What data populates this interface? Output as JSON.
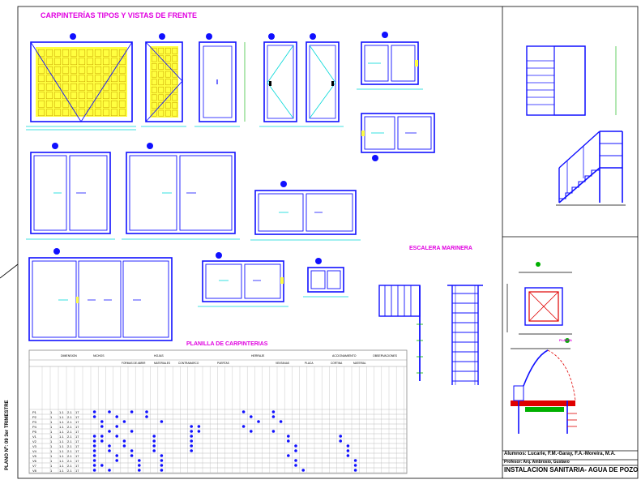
{
  "sheet": {
    "title_main": "CARPINTERÍAS TIPOS Y VISTAS DE FRENTE",
    "title_stair": "ESCALERA MARINERA",
    "title_schedule": "PLANILLA DE CARPINTERIAS",
    "plan_label": "PLANTA",
    "side_label": "PLANO Nº: 09    3er TRIMESTRE"
  },
  "schedule": {
    "group_headers": [
      "DIMENSION",
      "NICHOS",
      "HOJAS",
      "HERRAJE",
      "ACCIONAMIENTO",
      "OBSERVACIONES"
    ],
    "sub_headers": [
      "FORMAS DE ABRIR",
      "MATERIALES",
      "CONTRAMARCO",
      "PUERTAS",
      "VENTANAS",
      "PLACA",
      "CORTINA",
      "MATERIAL"
    ],
    "rows": [
      {
        "code": "P1",
        "qty": "1",
        "w": "1.1",
        "h": "2.1",
        "d": "17"
      },
      {
        "code": "P2",
        "qty": "1",
        "w": "1.1",
        "h": "2.1",
        "d": "17"
      },
      {
        "code": "P3",
        "qty": "1",
        "w": "1.1",
        "h": "2.1",
        "d": "17"
      },
      {
        "code": "P4",
        "qty": "1",
        "w": "1.1",
        "h": "2.1",
        "d": "17"
      },
      {
        "code": "P5",
        "qty": "1",
        "w": "1.1",
        "h": "2.1",
        "d": "17"
      },
      {
        "code": "V1",
        "qty": "1",
        "w": "1.1",
        "h": "2.1",
        "d": "17"
      },
      {
        "code": "V2",
        "qty": "1",
        "w": "1.1",
        "h": "2.1",
        "d": "17"
      },
      {
        "code": "V3",
        "qty": "1",
        "w": "1.1",
        "h": "2.1",
        "d": "17"
      },
      {
        "code": "V4",
        "qty": "1",
        "w": "1.1",
        "h": "2.1",
        "d": "17"
      },
      {
        "code": "V5",
        "qty": "1",
        "w": "1.1",
        "h": "2.1",
        "d": "17"
      },
      {
        "code": "V6",
        "qty": "1",
        "w": "1.1",
        "h": "2.1",
        "d": "17"
      },
      {
        "code": "V7",
        "qty": "1",
        "w": "1.1",
        "h": "2.1",
        "d": "17"
      },
      {
        "code": "V8",
        "qty": "1",
        "w": "1.1",
        "h": "2.1",
        "d": "17"
      }
    ]
  },
  "title_block": {
    "students": "Alumnos: Lucarie, F.M.-Garay, F.A.-Moreira, M.A.",
    "professor": "Profesor: Arq. Ambrosio, Gustavo",
    "project": "INSTALACION SANITARIA- AGUA DE POZO"
  },
  "colors": {
    "line": "#1010ff",
    "accent": "#e000e0",
    "glass": "#ffff40",
    "cyan": "#00d8d8",
    "green": "#00b000",
    "red": "#e00000"
  }
}
